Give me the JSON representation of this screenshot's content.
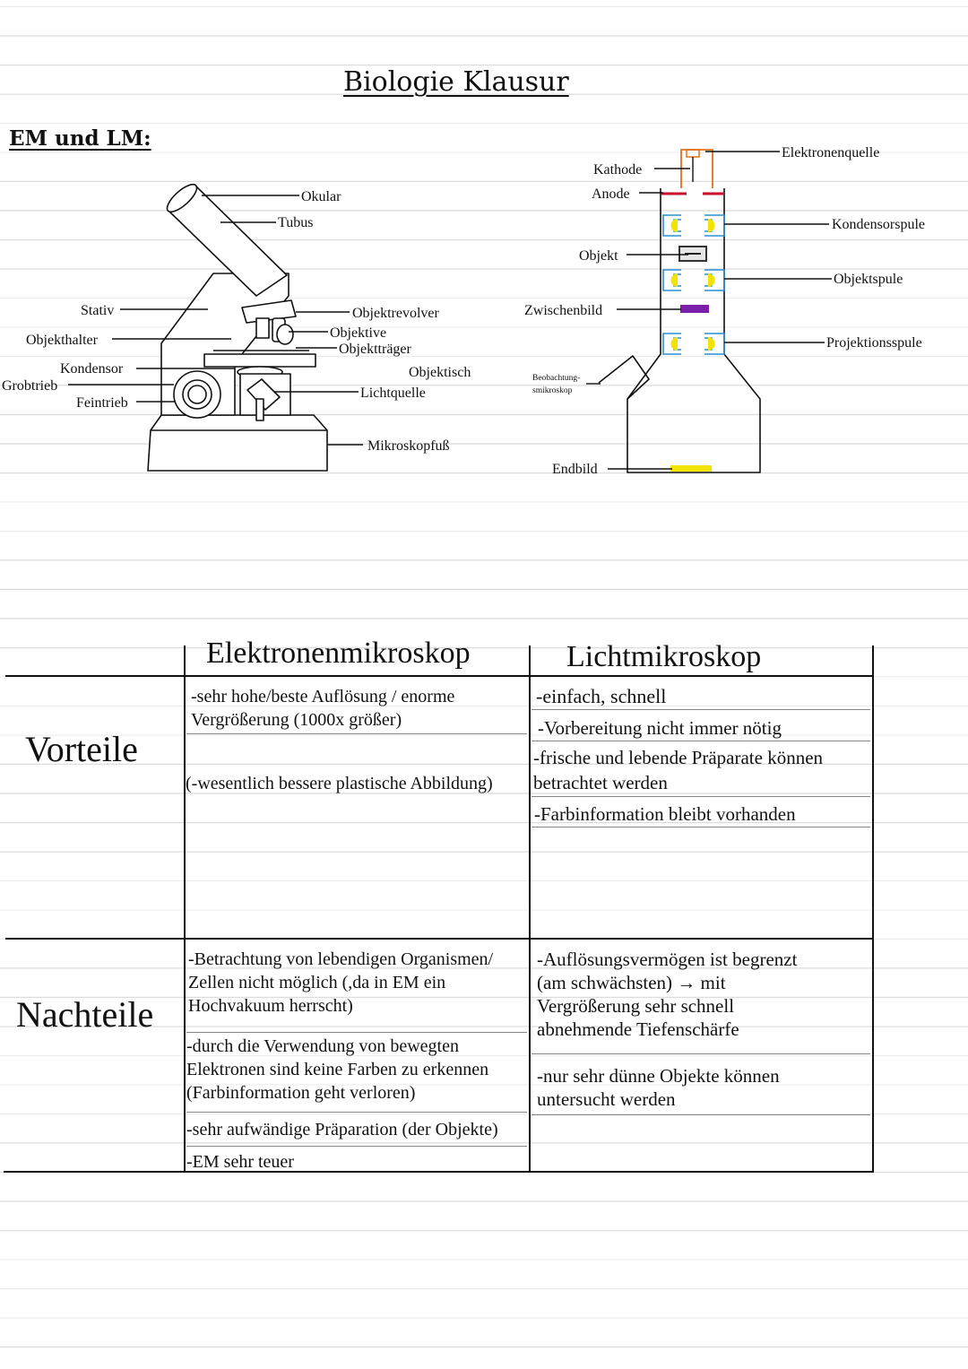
{
  "page": {
    "title": "Biologie Klausur",
    "section_heading": "EM und LM:"
  },
  "light_microscope": {
    "labels": {
      "okular": "Okular",
      "tubus": "Tubus",
      "stativ": "Stativ",
      "objekthalter": "Objekthalter",
      "kondensor": "Kondensor",
      "grobtrieb": "Grobtrieb",
      "feintrieb": "Feintrieb",
      "objektrevolver": "Objektrevolver",
      "objektive": "Objektive",
      "objekttraeger": "Objektträger",
      "objekttisch": "Objektisch",
      "lichtquelle": "Lichtquelle",
      "mikroskopfuss": "Mikroskopfuß"
    }
  },
  "electron_microscope": {
    "labels": {
      "elektronenquelle": "Elektronenquelle",
      "kathode": "Kathode",
      "anode": "Anode",
      "kondensorspule": "Kondensorspule",
      "objekt": "Objekt",
      "objektspule": "Objektspule",
      "zwischenbild": "Zwischenbild",
      "projektionsspule": "Projektionsspule",
      "beobachtung_1": "Beobachtung-",
      "beobachtung_2": "smikroskop",
      "endbild": "Endbild"
    },
    "colors": {
      "source": "#e0701c",
      "anode": "#c8102e",
      "coil": "#2a8fd6",
      "lens": "#f2e400",
      "intermediate_image": "#7a1fa8",
      "final_image": "#f2e400"
    }
  },
  "comparison_table": {
    "headers": {
      "em": "Elektronenmikroskop",
      "lm": "Lichtmikroskop"
    },
    "rows": {
      "vorteile": {
        "label": "Vorteile",
        "em_1": "-sehr hohe/beste Auflösung / enorme\nVergrößerung (1000x größer)",
        "em_2": "(-wesentlich bessere plastische Abbildung)",
        "lm_1": "-einfach, schnell",
        "lm_2": "-Vorbereitung nicht immer nötig",
        "lm_3": "-frische und lebende Präparate können\nbetrachtet werden",
        "lm_4": "-Farbinformation bleibt vorhanden"
      },
      "nachteile": {
        "label": "Nachteile",
        "em_1": "-Betrachtung von lebendigen Organismen/\nZellen nicht möglich (,da in EM ein\nHochvakuum herrscht)",
        "em_2": "-durch die Verwendung von bewegten\nElektronen sind keine Farben zu erkennen\n(Farbinformation geht verloren)",
        "em_3": "-sehr aufwändige Präparation (der Objekte)",
        "em_4": "-EM sehr teuer",
        "lm_1": "-Auflösungsvermögen ist begrenzt\n(am schwächsten) → mit\nVergrößerung sehr schnell\nabnehmende Tiefenschärfe",
        "lm_2": "-nur sehr dünne Objekte können\nuntersucht werden"
      }
    }
  }
}
